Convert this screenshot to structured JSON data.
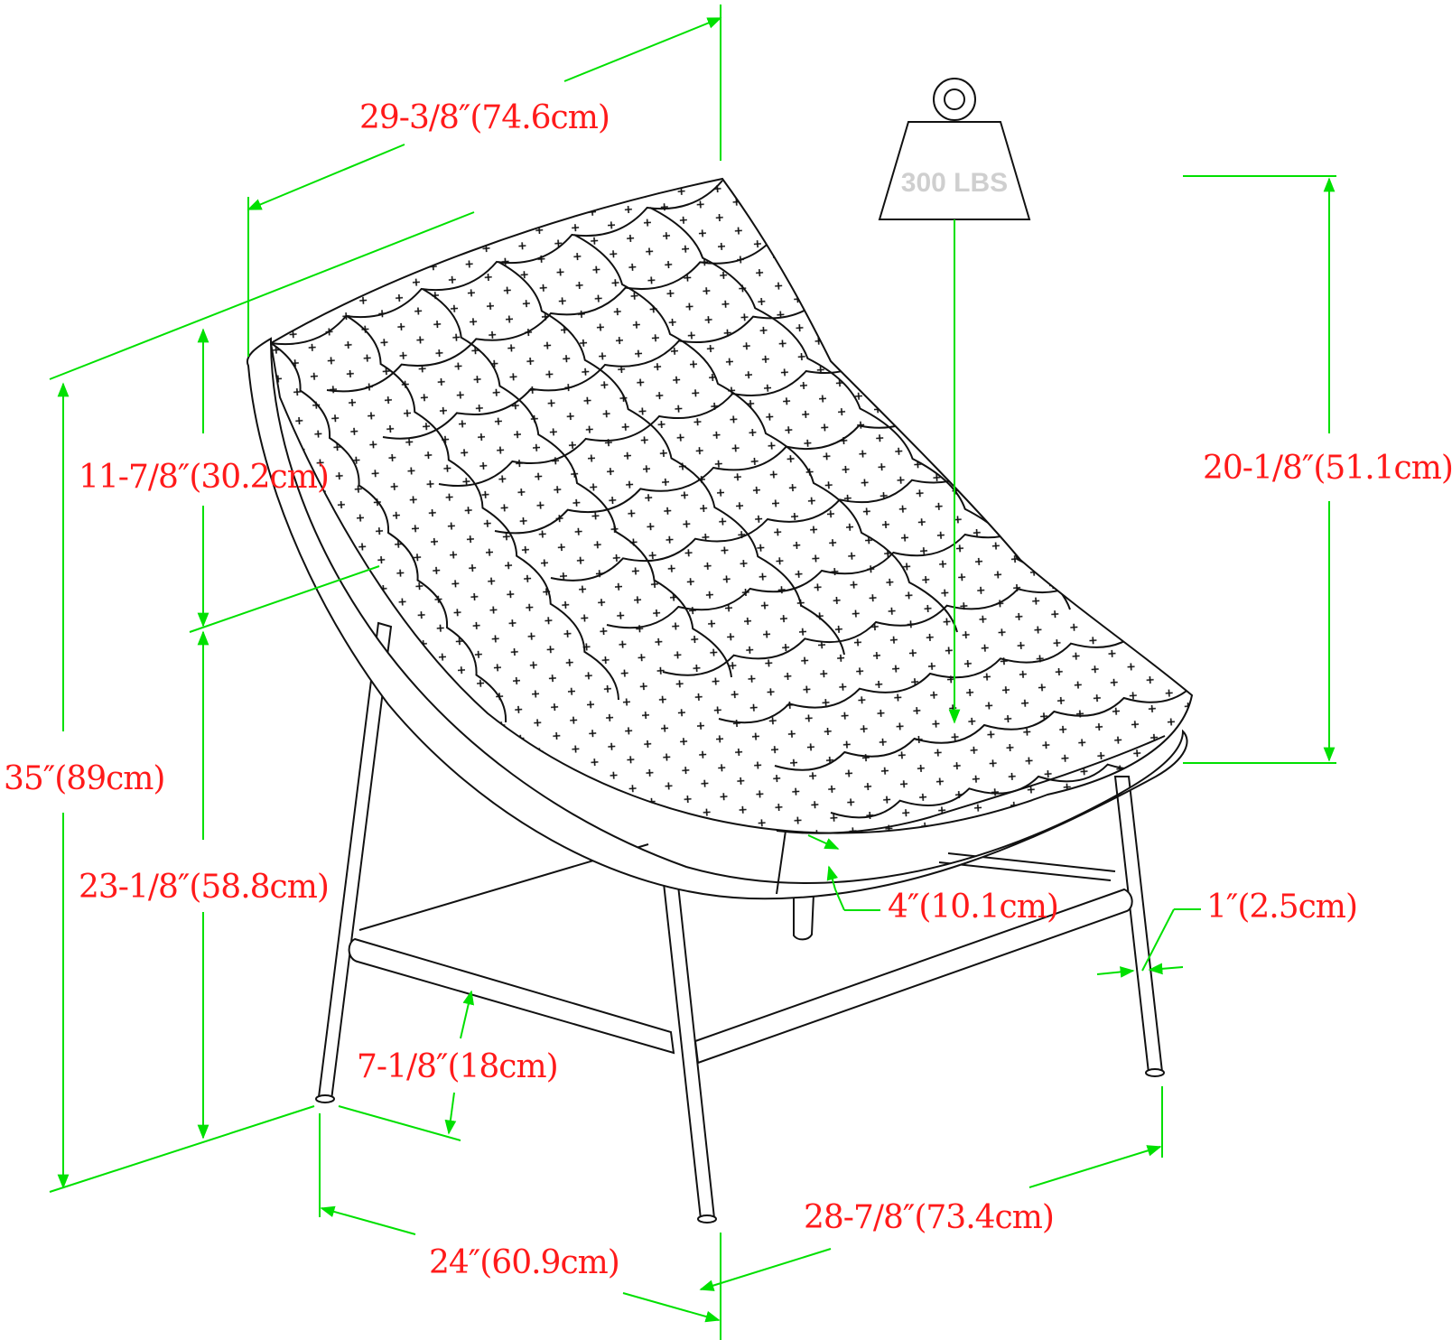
{
  "colors": {
    "dimension_line": "#00e000",
    "dimension_text": "#ff1a1a",
    "drawing_line": "#111111",
    "weight_text": "#cfcfcf"
  },
  "weight_capacity": {
    "label": "300 LBS",
    "icon": "weight-icon"
  },
  "dimensions": {
    "overall_width": "29-3/8″(74.6cm)",
    "backrest_height": "11-7/8″(30.2cm)",
    "overall_height": "35″(89cm)",
    "seat_height": "23-1/8″(58.8cm)",
    "seat_depth": "20-1/8″(51.1cm)",
    "cushion_thickness": "4″(10.1cm)",
    "leg_diameter": "1″(2.5cm)",
    "stretcher_height": "7-1/8″(18cm)",
    "base_width": "24″(60.9cm)",
    "base_depth": "28-7/8″(73.4cm)"
  }
}
